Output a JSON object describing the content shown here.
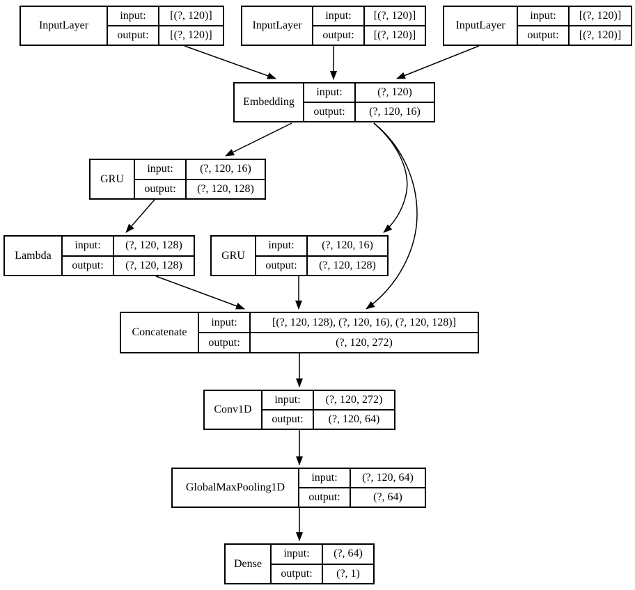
{
  "diagram": {
    "type": "keras-model-plot",
    "background_color": "#ffffff",
    "line_color": "#000000",
    "io_keys": {
      "input": "input:",
      "output": "output:"
    },
    "nodes": [
      {
        "id": "input_layer_1",
        "label": "InputLayer",
        "input_key": "input:",
        "output_key": "output:",
        "input_val": "[(?, 120)]",
        "output_val": "[(?, 120)]"
      },
      {
        "id": "input_layer_2",
        "label": "InputLayer",
        "input_key": "input:",
        "output_key": "output:",
        "input_val": "[(?, 120)]",
        "output_val": "[(?, 120)]"
      },
      {
        "id": "input_layer_3",
        "label": "InputLayer",
        "input_key": "input:",
        "output_key": "output:",
        "input_val": "[(?, 120)]",
        "output_val": "[(?, 120)]"
      },
      {
        "id": "embedding",
        "label": "Embedding",
        "input_key": "input:",
        "output_key": "output:",
        "input_val": "(?, 120)",
        "output_val": "(?, 120, 16)"
      },
      {
        "id": "gru_1",
        "label": "GRU",
        "input_key": "input:",
        "output_key": "output:",
        "input_val": "(?, 120, 16)",
        "output_val": "(?, 120, 128)"
      },
      {
        "id": "lambda",
        "label": "Lambda",
        "input_key": "input:",
        "output_key": "output:",
        "input_val": "(?, 120, 128)",
        "output_val": "(?, 120, 128)"
      },
      {
        "id": "gru_2",
        "label": "GRU",
        "input_key": "input:",
        "output_key": "output:",
        "input_val": "(?, 120, 16)",
        "output_val": "(?, 120, 128)"
      },
      {
        "id": "concatenate",
        "label": "Concatenate",
        "input_key": "input:",
        "output_key": "output:",
        "input_val": "[(?, 120, 128), (?, 120, 16), (?, 120, 128)]",
        "output_val": "(?, 120, 272)"
      },
      {
        "id": "conv1d",
        "label": "Conv1D",
        "input_key": "input:",
        "output_key": "output:",
        "input_val": "(?, 120, 272)",
        "output_val": "(?, 120, 64)"
      },
      {
        "id": "global_max_pooling1d",
        "label": "GlobalMaxPooling1D",
        "input_key": "input:",
        "output_key": "output:",
        "input_val": "(?, 120, 64)",
        "output_val": "(?, 64)"
      },
      {
        "id": "dense",
        "label": "Dense",
        "input_key": "input:",
        "output_key": "output:",
        "input_val": "(?, 64)",
        "output_val": "(?, 1)"
      }
    ],
    "edges": [
      {
        "from": "input_layer_1",
        "to": "embedding"
      },
      {
        "from": "input_layer_2",
        "to": "embedding"
      },
      {
        "from": "input_layer_3",
        "to": "embedding"
      },
      {
        "from": "embedding",
        "to": "gru_1"
      },
      {
        "from": "embedding",
        "to": "gru_2"
      },
      {
        "from": "embedding",
        "to": "concatenate"
      },
      {
        "from": "gru_1",
        "to": "lambda"
      },
      {
        "from": "lambda",
        "to": "concatenate"
      },
      {
        "from": "gru_2",
        "to": "concatenate"
      },
      {
        "from": "concatenate",
        "to": "conv1d"
      },
      {
        "from": "conv1d",
        "to": "global_max_pooling1d"
      },
      {
        "from": "global_max_pooling1d",
        "to": "dense"
      }
    ]
  }
}
